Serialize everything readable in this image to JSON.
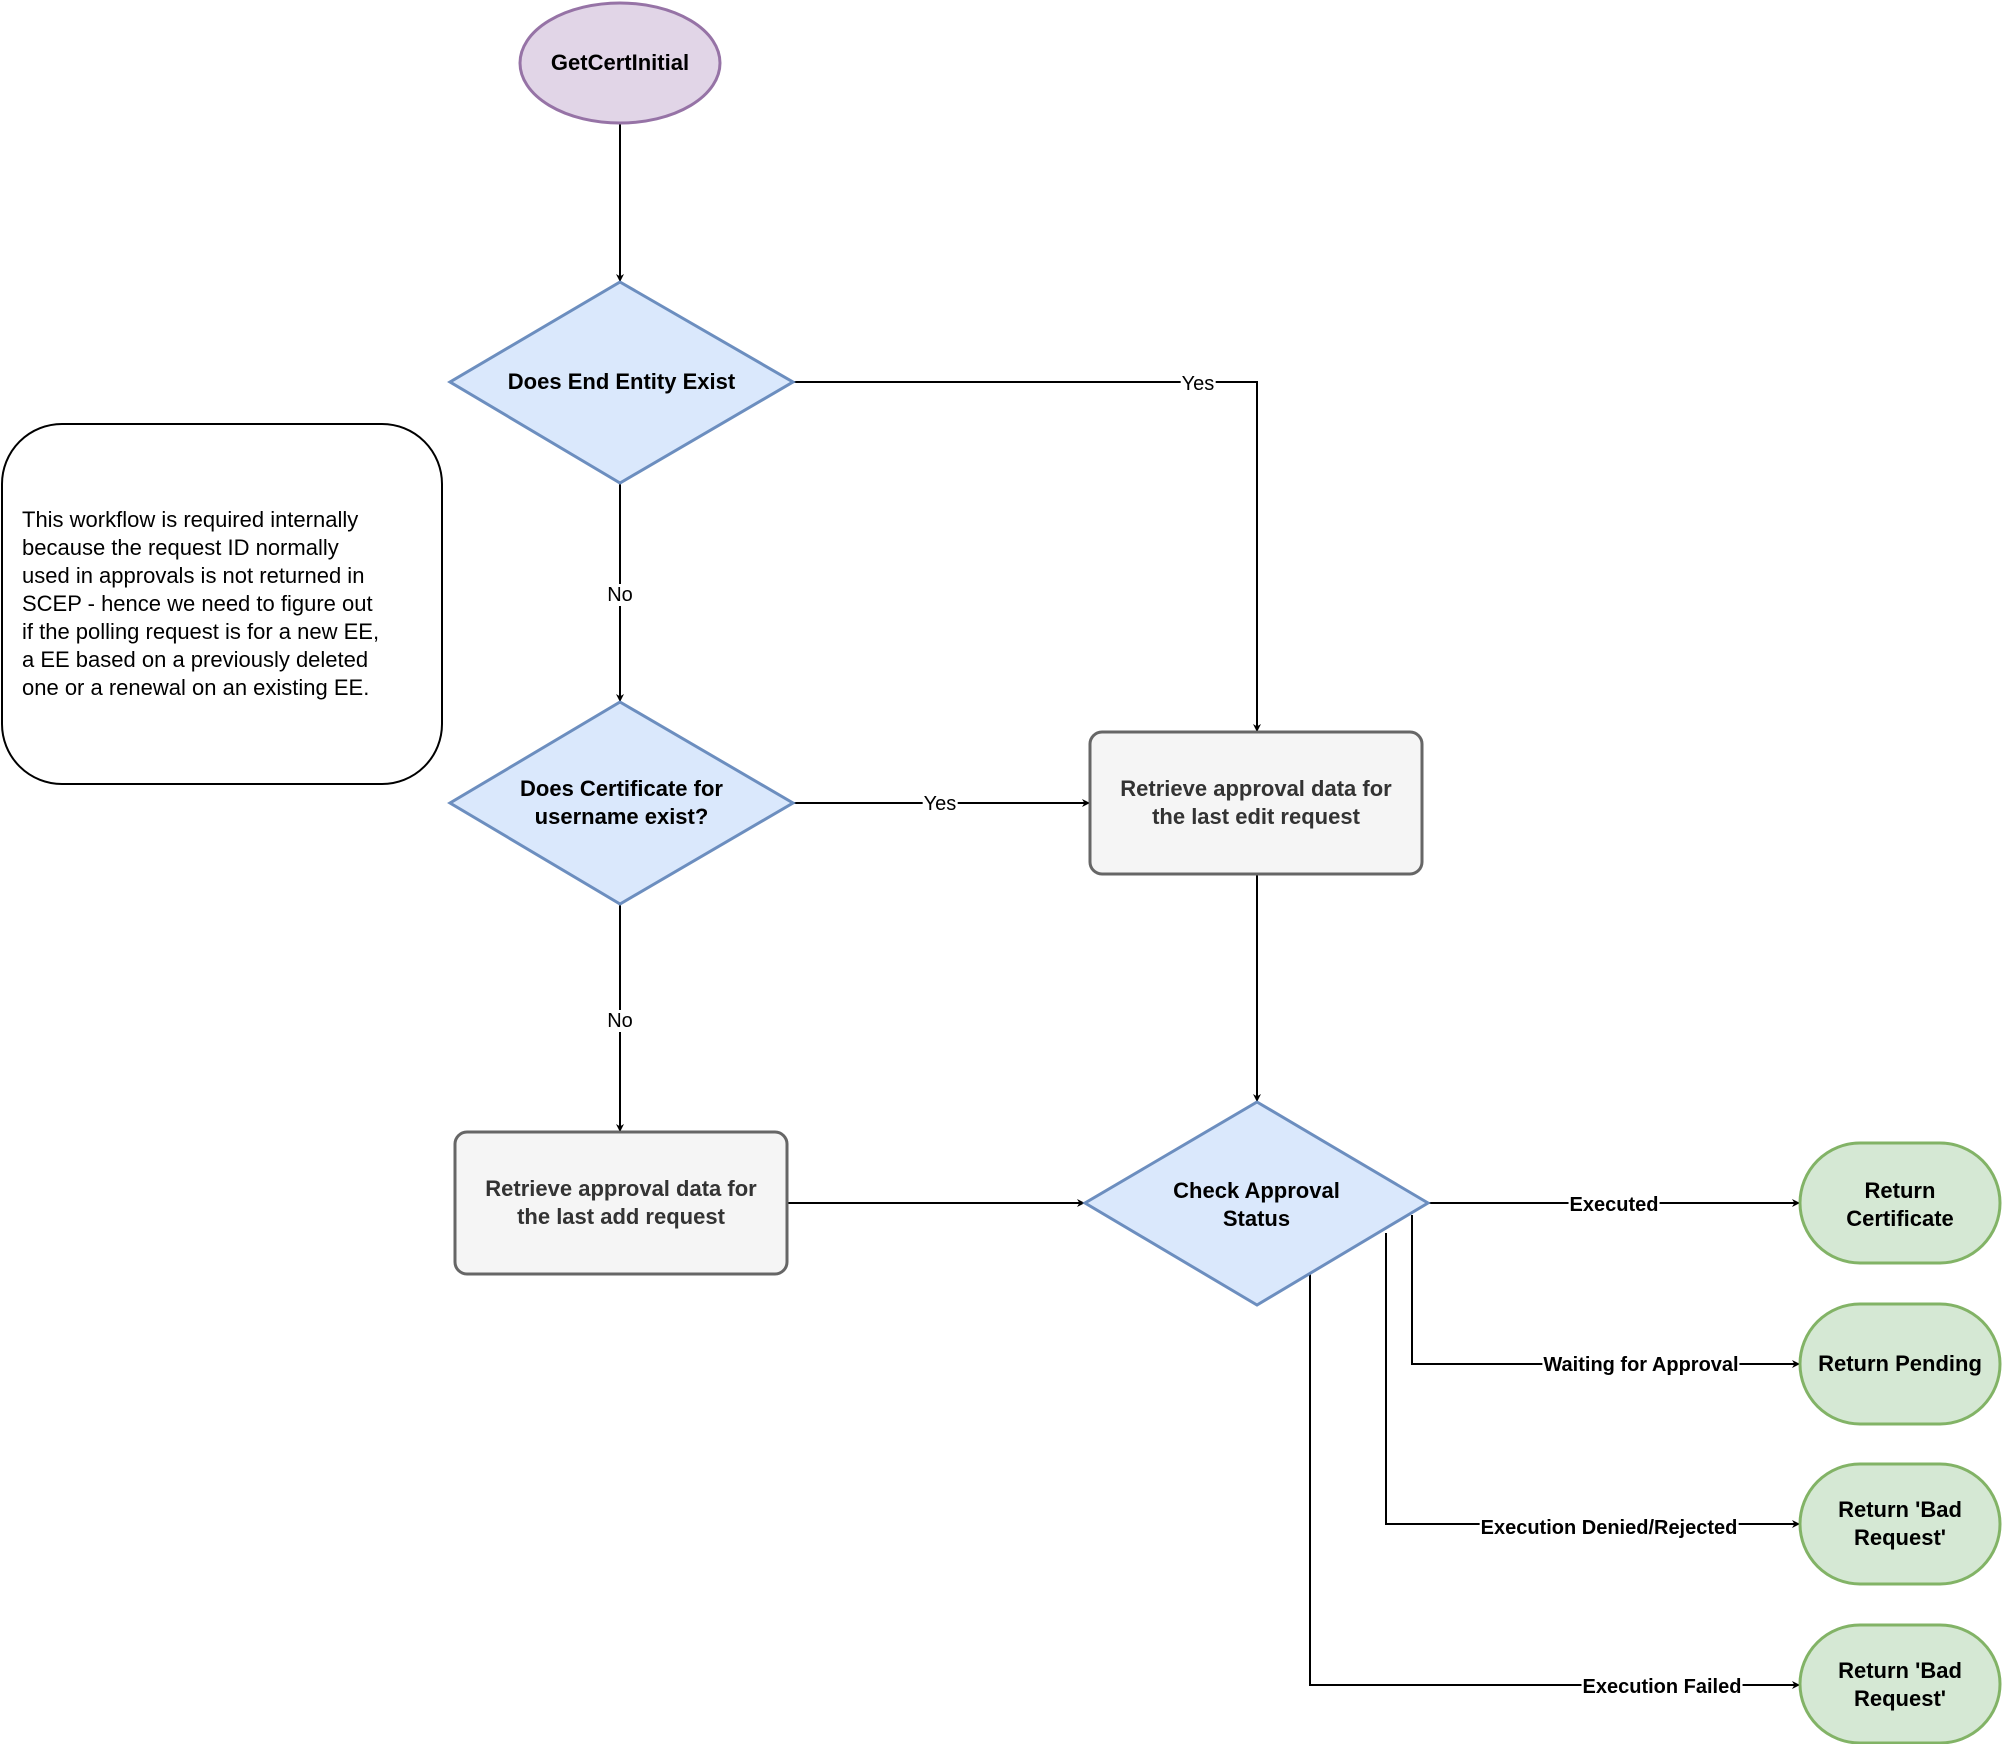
{
  "nodes": {
    "start": "GetCertInitial",
    "ee_exist": "Does End Entity Exist",
    "cert_exist": [
      "Does Certificate for",
      "username exist?"
    ],
    "edit_req": [
      "Retrieve approval data for",
      "the last edit request"
    ],
    "add_req": [
      "Retrieve approval data for",
      "the last add request"
    ],
    "check_status": [
      "Check Approval",
      "Status"
    ],
    "return_cert": [
      "Return",
      "Certificate"
    ],
    "return_pending": "Return Pending",
    "return_bad_1": [
      "Return 'Bad",
      "Request'"
    ],
    "return_bad_2": [
      "Return 'Bad",
      "Request'"
    ]
  },
  "edge_labels": {
    "ee_yes": "Yes",
    "ee_no": "No",
    "cert_yes": "Yes",
    "cert_no": "No",
    "executed": "Executed",
    "waiting": "Waiting for Approval",
    "denied": "Execution Denied/Rejected",
    "failed": "Execution Failed"
  },
  "note": [
    "This workflow is required internally",
    "because the request ID normally",
    "used in approvals is not returned in",
    "SCEP - hence we need to figure out",
    "if the polling request is for a new EE,",
    "a EE based on a previously deleted",
    "one or a renewal on an existing EE."
  ],
  "colors": {
    "start_fill": "#e1d5e7",
    "start_stroke": "#9673a6",
    "decision_fill": "#dae8fc",
    "decision_stroke": "#6c8ebf",
    "process_fill": "#f5f5f5",
    "process_stroke": "#666666",
    "terminal_fill": "#d5e8d4",
    "terminal_stroke": "#82b366"
  }
}
